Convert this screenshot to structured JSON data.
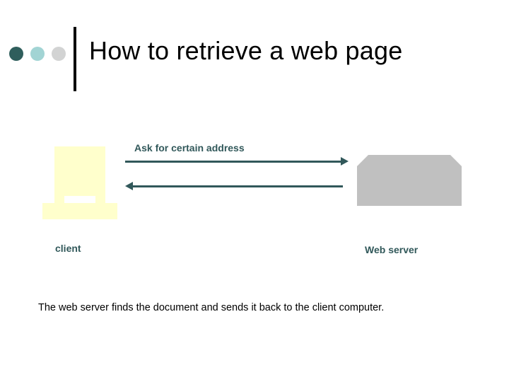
{
  "slide": {
    "title": "How to retrieve a web page",
    "decoration": {
      "dot_1_color": "#2f5e5c",
      "dot_2_color": "#a2d4d4",
      "dot_3_color": "#d2d3d3",
      "rule_color": "#000000"
    }
  },
  "diagram": {
    "type": "client-server-request-response",
    "accent_color": "#31585a",
    "client": {
      "label": "client",
      "shape_name": "desktop-computer",
      "fill_color": "#ffffcc"
    },
    "server": {
      "label": "Web server",
      "shape_name": "server-box",
      "fill_color": "#c0c0c0"
    },
    "arrows": [
      {
        "name": "request-arrow",
        "label": "Ask for certain address",
        "direction": "right",
        "color": "#31585a"
      },
      {
        "name": "response-arrow",
        "label": "",
        "direction": "left",
        "color": "#31585a"
      }
    ]
  },
  "caption": {
    "text": "The web server finds the document and sends it back to the client computer."
  }
}
